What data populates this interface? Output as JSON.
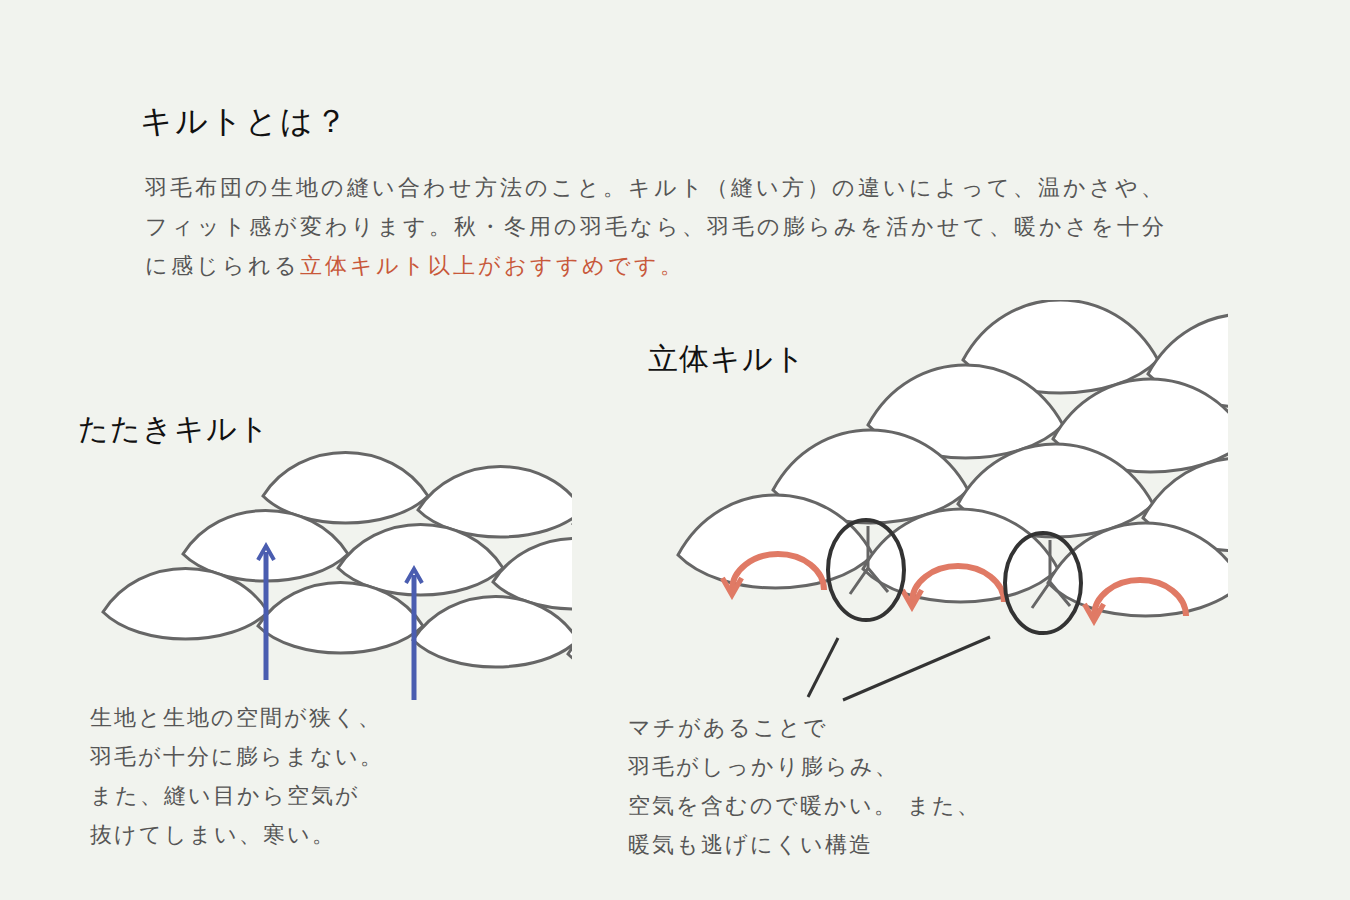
{
  "diagram": {
    "title": "キルトとは？",
    "labels": [
      "羽毛布団の生地の縫い合わせ方法のこと。キルト（縫い方）の違いによって、温かさや、 フィット感が変わります。秋・冬用の羽毛なら、羽毛の膨らみを活かせて、暖かさを十分 に感じられる",
      "立体キルト以上がおすすめです。",
      "たたきキルト",
      "立体キルト",
      "生地と生地の空間が狭く、 羽毛が十分に膨らまない。 また、縫い目から空気が 抜けてしまい、寒い。",
      "マチがあることで 羽毛がしっかり膨らみ、 空気を含むので暖かい。 また、暖気も逃げにくい構造"
    ]
  }
}
